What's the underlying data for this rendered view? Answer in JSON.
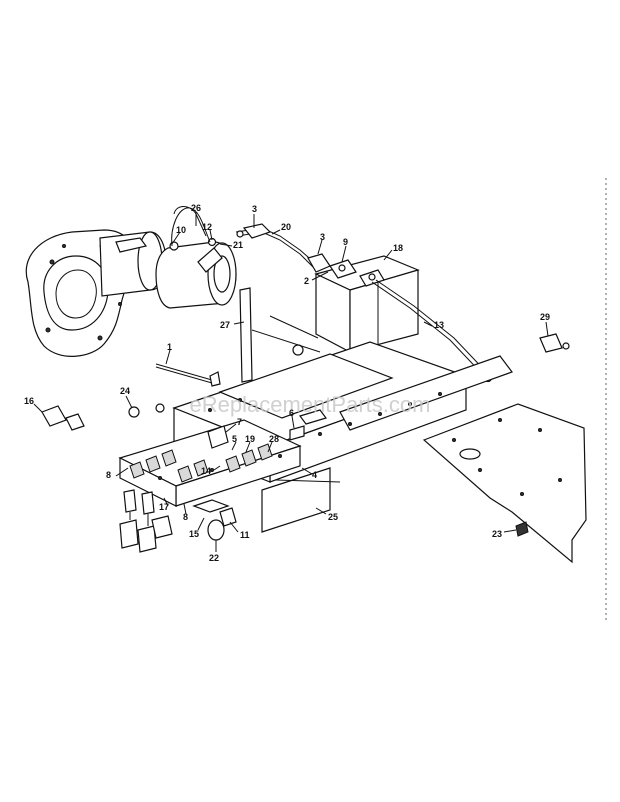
{
  "watermark": "eReplacementParts.com",
  "callouts": [
    {
      "id": "c26",
      "text": "26"
    },
    {
      "id": "c3a",
      "text": "3"
    },
    {
      "id": "c20",
      "text": "20"
    },
    {
      "id": "c3b",
      "text": "3"
    },
    {
      "id": "c9",
      "text": "9"
    },
    {
      "id": "c18",
      "text": "18"
    },
    {
      "id": "c10",
      "text": "10"
    },
    {
      "id": "c12",
      "text": "12"
    },
    {
      "id": "c21",
      "text": "21"
    },
    {
      "id": "c2",
      "text": "2"
    },
    {
      "id": "c27",
      "text": "27"
    },
    {
      "id": "c13",
      "text": "13"
    },
    {
      "id": "c29",
      "text": "29"
    },
    {
      "id": "c1",
      "text": "1"
    },
    {
      "id": "c24",
      "text": "24"
    },
    {
      "id": "c16",
      "text": "16"
    },
    {
      "id": "c6",
      "text": "6"
    },
    {
      "id": "c7",
      "text": "7"
    },
    {
      "id": "c5",
      "text": "5"
    },
    {
      "id": "c19",
      "text": "19"
    },
    {
      "id": "c28",
      "text": "28"
    },
    {
      "id": "c14",
      "text": "14"
    },
    {
      "id": "c8a",
      "text": "8"
    },
    {
      "id": "c4",
      "text": "4"
    },
    {
      "id": "c17",
      "text": "17"
    },
    {
      "id": "c8b",
      "text": "8"
    },
    {
      "id": "c15",
      "text": "15"
    },
    {
      "id": "c11",
      "text": "11"
    },
    {
      "id": "c25",
      "text": "25"
    },
    {
      "id": "c22",
      "text": "22"
    },
    {
      "id": "c23",
      "text": "23"
    }
  ]
}
